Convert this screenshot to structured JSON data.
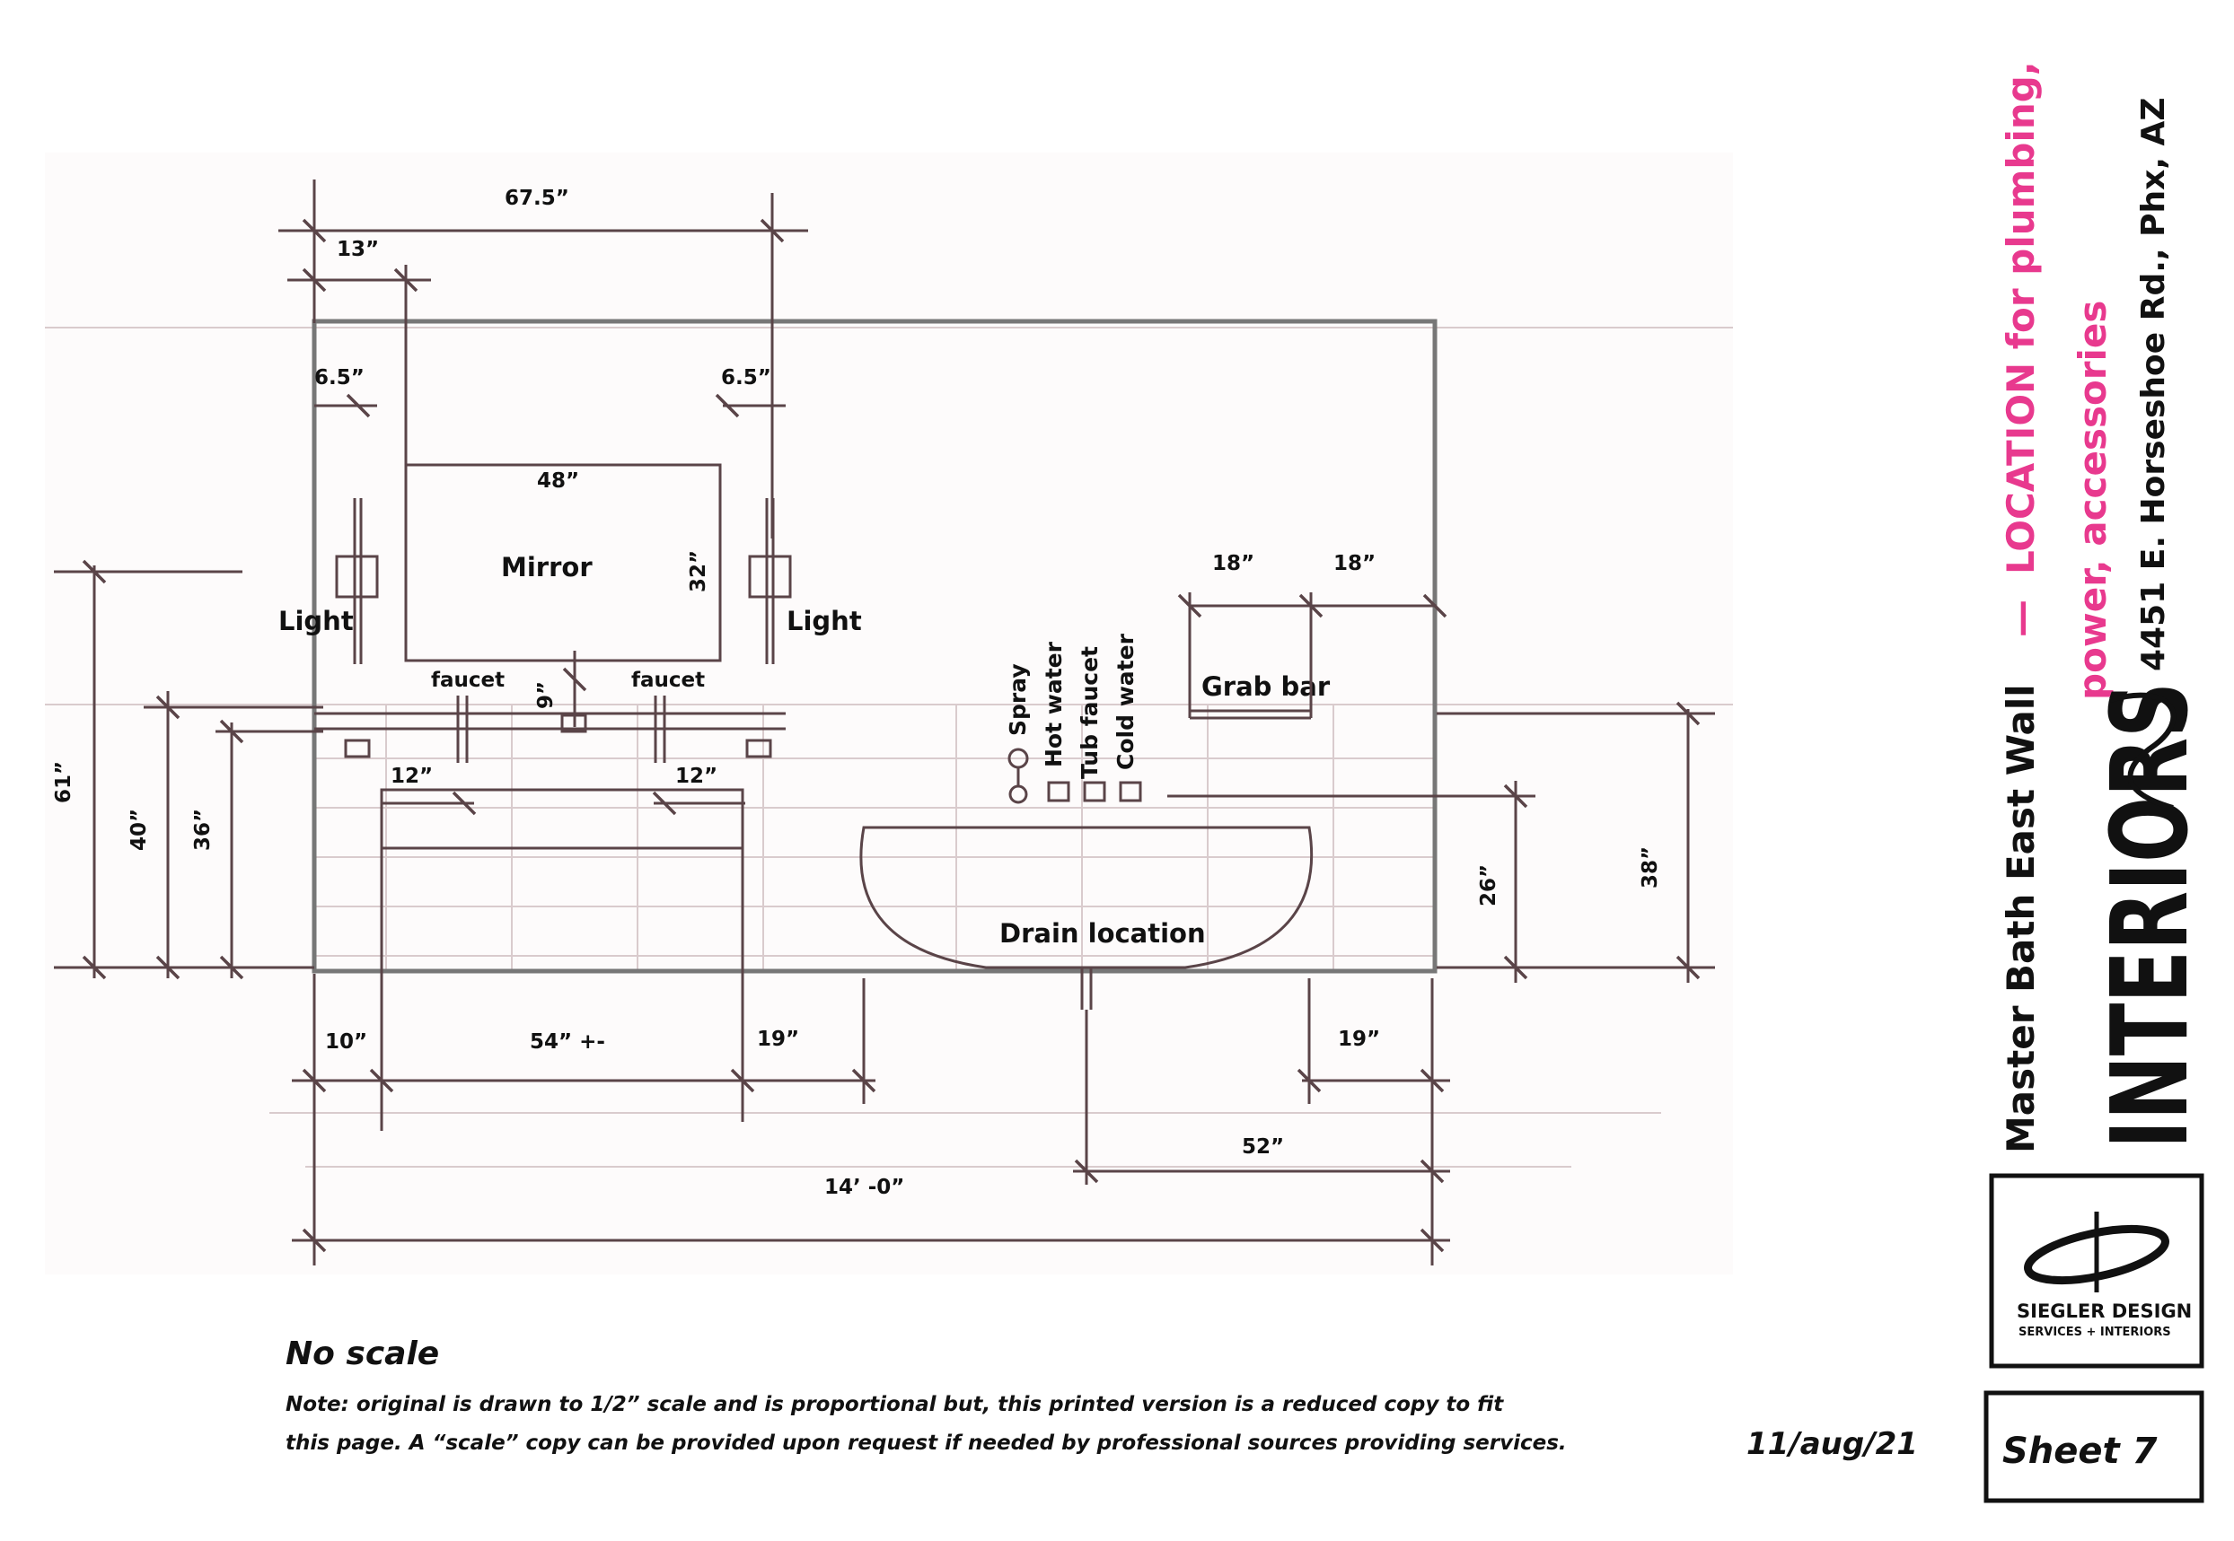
{
  "drawing": {
    "dimensions": {
      "overall_top": "67.5”",
      "left_offset": "13”",
      "light_left_offset": "6.5”",
      "light_right_offset": "6.5”",
      "mirror_width": "48”",
      "mirror_height": "32”",
      "faucet_height": "9”",
      "sink_left": "12”",
      "sink_right": "12”",
      "grab_left": "18”",
      "grab_right": "18”",
      "height_61": "61”",
      "height_40": "40”",
      "height_36": "36”",
      "height_26": "26”",
      "height_38": "38”",
      "bottom_10": "10”",
      "bottom_54": "54” +-",
      "bottom_19a": "19”",
      "bottom_19b": "19”",
      "bottom_52": "52”",
      "overall_bottom": "14’ -0”"
    },
    "labels": {
      "mirror": "Mirror",
      "light_left": "Light",
      "light_right": "Light",
      "faucet_left": "faucet",
      "faucet_right": "faucet",
      "spray": "Spray",
      "hot_water": "Hot water",
      "tub_faucet": "Tub faucet",
      "cold_water": "Cold water",
      "grab_bar": "Grab bar",
      "drain": "Drain location"
    }
  },
  "notes": {
    "no_scale": "No scale",
    "note_line1": "Note: original is drawn to 1/2” scale and is proportional but, this printed version is a reduced copy to fit",
    "note_line2": "this page.   A “scale” copy can be provided upon request if needed by professional sources providing services."
  },
  "title_block": {
    "title": "Master Bath East Wall",
    "dash": "—",
    "subtitle_line1": "LOCATION for plumbing,",
    "subtitle_line2": "power, accessories",
    "address": "4451 E. Horseshoe Rd., Phx, AZ",
    "brand": "INTERIORS",
    "logo_line1": "SIEGLER DESIGN",
    "logo_line2": "SERVICES + INTERIORS",
    "date": "11/aug/21",
    "sheet": "Sheet 7",
    "accent_color": "#e8398e"
  }
}
